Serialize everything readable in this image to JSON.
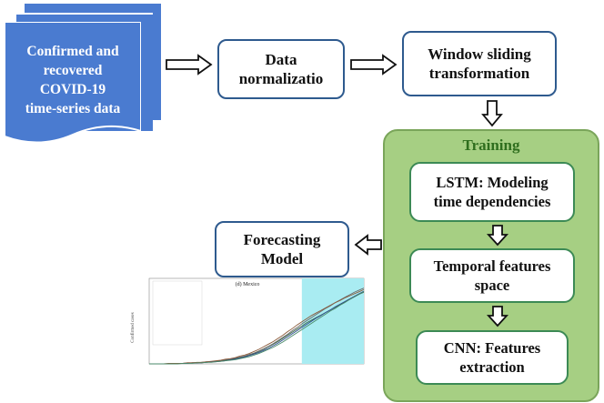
{
  "colors": {
    "doc_blue": "#4a7bd0",
    "box_border": "#2e5a8e",
    "training_green": "#a6cf83",
    "training_label": "#2f6e1e",
    "forecast_region": "#a9ecf2"
  },
  "input_doc": {
    "lines": [
      "Confirmed and",
      "recovered",
      "COVID-19",
      "time-series data"
    ]
  },
  "steps": {
    "normalization": [
      "Data",
      "normalizatio"
    ],
    "window": [
      "Window sliding",
      "transformation"
    ],
    "forecasting": [
      "Forecasting",
      "Model"
    ]
  },
  "training": {
    "label": "Training",
    "lstm": [
      "LSTM: Modeling",
      "time dependencies"
    ],
    "temporal": [
      "Temporal features",
      "space"
    ],
    "cnn": [
      "CNN: Features",
      "extraction"
    ]
  },
  "chart_data": {
    "type": "line",
    "title": "(d) Mexico",
    "ylabel": "Confirmed cases",
    "forecast_region": [
      32,
      45
    ],
    "x": [
      0,
      1,
      2,
      3,
      4,
      5,
      6,
      7,
      8,
      9,
      10,
      11,
      12,
      13,
      14,
      15,
      16,
      17,
      18,
      19,
      20,
      21,
      22,
      23,
      24,
      25,
      26,
      27,
      28,
      29,
      30,
      31,
      32,
      33,
      34,
      35,
      36,
      37,
      38,
      39,
      40,
      41,
      42,
      43,
      44,
      45
    ],
    "series": [
      {
        "values": [
          0.0,
          0.0,
          0.0,
          0.0,
          0.0,
          0.01,
          0.01,
          0.01,
          0.01,
          0.02,
          0.02,
          0.03,
          0.03,
          0.04,
          0.05,
          0.06,
          0.07,
          0.08,
          0.1,
          0.12,
          0.14,
          0.17,
          0.2,
          0.24,
          0.28,
          0.33,
          0.38,
          0.43,
          0.49,
          0.55,
          0.61,
          0.67,
          0.73,
          0.79,
          0.84,
          0.89,
          0.94,
          0.99,
          1.04,
          1.09,
          1.14,
          1.19,
          1.24,
          1.29,
          1.34,
          1.38
        ]
      },
      {
        "values": [
          0.0,
          0.0,
          0.0,
          0.0,
          0.0,
          0.01,
          0.01,
          0.01,
          0.02,
          0.02,
          0.02,
          0.03,
          0.04,
          0.04,
          0.05,
          0.06,
          0.08,
          0.09,
          0.11,
          0.13,
          0.15,
          0.18,
          0.21,
          0.25,
          0.29,
          0.34,
          0.39,
          0.45,
          0.51,
          0.57,
          0.64,
          0.7,
          0.77,
          0.83,
          0.89,
          0.95,
          1.01,
          1.07,
          1.12,
          1.18,
          1.23,
          1.28,
          1.33,
          1.38,
          1.42,
          1.46
        ]
      },
      {
        "values": [
          0.0,
          0.0,
          0.0,
          0.0,
          0.0,
          0.0,
          0.01,
          0.01,
          0.01,
          0.02,
          0.02,
          0.02,
          0.03,
          0.04,
          0.04,
          0.05,
          0.06,
          0.08,
          0.09,
          0.11,
          0.13,
          0.16,
          0.19,
          0.22,
          0.26,
          0.3,
          0.35,
          0.4,
          0.46,
          0.52,
          0.58,
          0.64,
          0.7,
          0.76,
          0.82,
          0.88,
          0.93,
          0.99,
          1.04,
          1.1,
          1.15,
          1.2,
          1.25,
          1.3,
          1.35,
          1.4
        ]
      },
      {
        "values": [
          0.0,
          0.0,
          0.0,
          0.0,
          0.01,
          0.01,
          0.01,
          0.01,
          0.02,
          0.02,
          0.03,
          0.03,
          0.04,
          0.05,
          0.06,
          0.07,
          0.09,
          0.1,
          0.12,
          0.15,
          0.17,
          0.2,
          0.24,
          0.28,
          0.33,
          0.38,
          0.43,
          0.49,
          0.55,
          0.62,
          0.68,
          0.75,
          0.81,
          0.87,
          0.93,
          0.98,
          1.03,
          1.08,
          1.13,
          1.18,
          1.22,
          1.27,
          1.31,
          1.35,
          1.39,
          1.43
        ]
      },
      {
        "values": [
          0.0,
          0.0,
          0.0,
          0.0,
          0.0,
          0.0,
          0.0,
          0.01,
          0.01,
          0.01,
          0.02,
          0.02,
          0.03,
          0.03,
          0.04,
          0.05,
          0.06,
          0.07,
          0.08,
          0.1,
          0.12,
          0.14,
          0.17,
          0.2,
          0.24,
          0.28,
          0.32,
          0.37,
          0.42,
          0.48,
          0.54,
          0.6,
          0.66,
          0.72,
          0.78,
          0.84,
          0.9,
          0.96,
          1.02,
          1.07,
          1.13,
          1.18,
          1.24,
          1.29,
          1.34,
          1.39
        ]
      }
    ]
  }
}
